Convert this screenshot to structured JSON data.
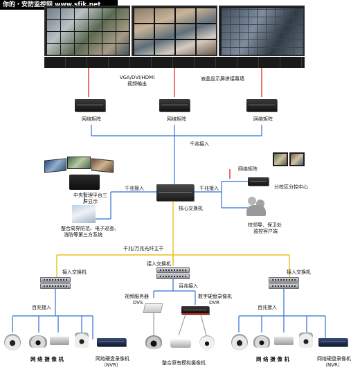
{
  "watermark": "你的・安防监控网 www.sfjk.net",
  "labels": {
    "video_out": [
      "VGA/DVI/HDMI",
      "视频输出"
    ],
    "lcd_wall": "液晶显示屏拼接幕墙",
    "matrix_1": "网络矩阵",
    "matrix_2": "网络矩阵",
    "matrix_3": "网络矩阵",
    "gig_access_top": "千兆接入",
    "matrix_branch": "网络矩阵",
    "branch_center": "分校区分控中心",
    "central_platform": [
      "中央管理平台三",
      "屏显示"
    ],
    "gig_access_left": "千兆接入",
    "gig_access_right": "千兆接入",
    "core_switch": "核心交换机",
    "client": [
      "校领导、保卫处",
      "监控客户端"
    ],
    "third_party": [
      "整合周界防范、电子巡查、",
      "消防等第三方系统"
    ],
    "backbone": "千兆/万兆光纤主干",
    "access_switch_left": "接入交换机",
    "access_switch_mid": "接入交换机",
    "access_switch_right": "接入交换机",
    "hundred_mid": "百兆接入",
    "hundred_left": "百兆接入",
    "hundred_right": "百兆接入",
    "dvs": [
      "视频服务器",
      "DVS"
    ],
    "dvr": [
      "数字硬盘录像机",
      "DVR"
    ],
    "ip_cam_left": "网 络 摄 像 机",
    "nvr_left": [
      "网络硬盘录像机",
      "（NVR）"
    ],
    "analog_cam": "整合原有模拟摄像机",
    "ip_cam_right": "网 络 摄 像 机",
    "nvr_right": [
      "网络硬盘录像机",
      "（NVR）"
    ]
  },
  "colors": {
    "red_link": "#e0281e",
    "blue_link": "#2f6fd6",
    "yellow_link": "#e9c21a",
    "gray_link": "#8a8a8a"
  }
}
